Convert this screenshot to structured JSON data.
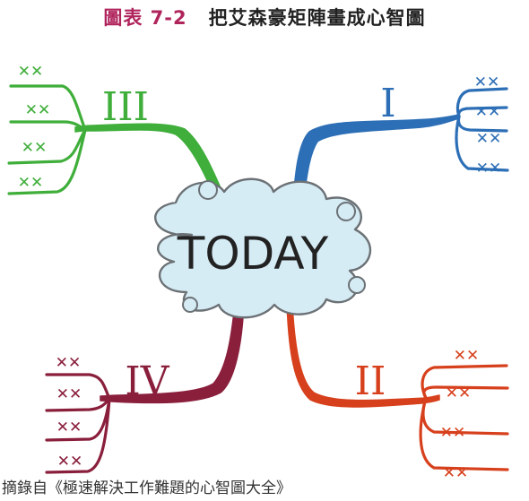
{
  "title": {
    "figure_number": "圖表 7-2",
    "text": "把艾森豪矩陣畫成心智圖"
  },
  "center": {
    "label": "TODAY",
    "fill": "#d6ecf5",
    "stroke": "#6b7175"
  },
  "branches": [
    {
      "id": "I",
      "label": "I",
      "color": "#2d6fb6",
      "marks": [
        "✕✕",
        "✕✕",
        "✕✕",
        "✕✕"
      ]
    },
    {
      "id": "II",
      "label": "II",
      "color": "#d7401c",
      "marks": [
        "✕✕",
        "✕✕",
        "✕✕",
        "✕✕"
      ]
    },
    {
      "id": "III",
      "label": "III",
      "color": "#3fae3a",
      "marks": [
        "✕✕",
        "✕✕",
        "✕✕",
        "✕✕"
      ]
    },
    {
      "id": "IV",
      "label": "IV",
      "color": "#8a1f3c",
      "marks": [
        "✕✕",
        "✕✕",
        "✕✕",
        "✕✕"
      ]
    }
  ],
  "caption": "摘錄自《極速解決工作難題的心智圖大全》"
}
